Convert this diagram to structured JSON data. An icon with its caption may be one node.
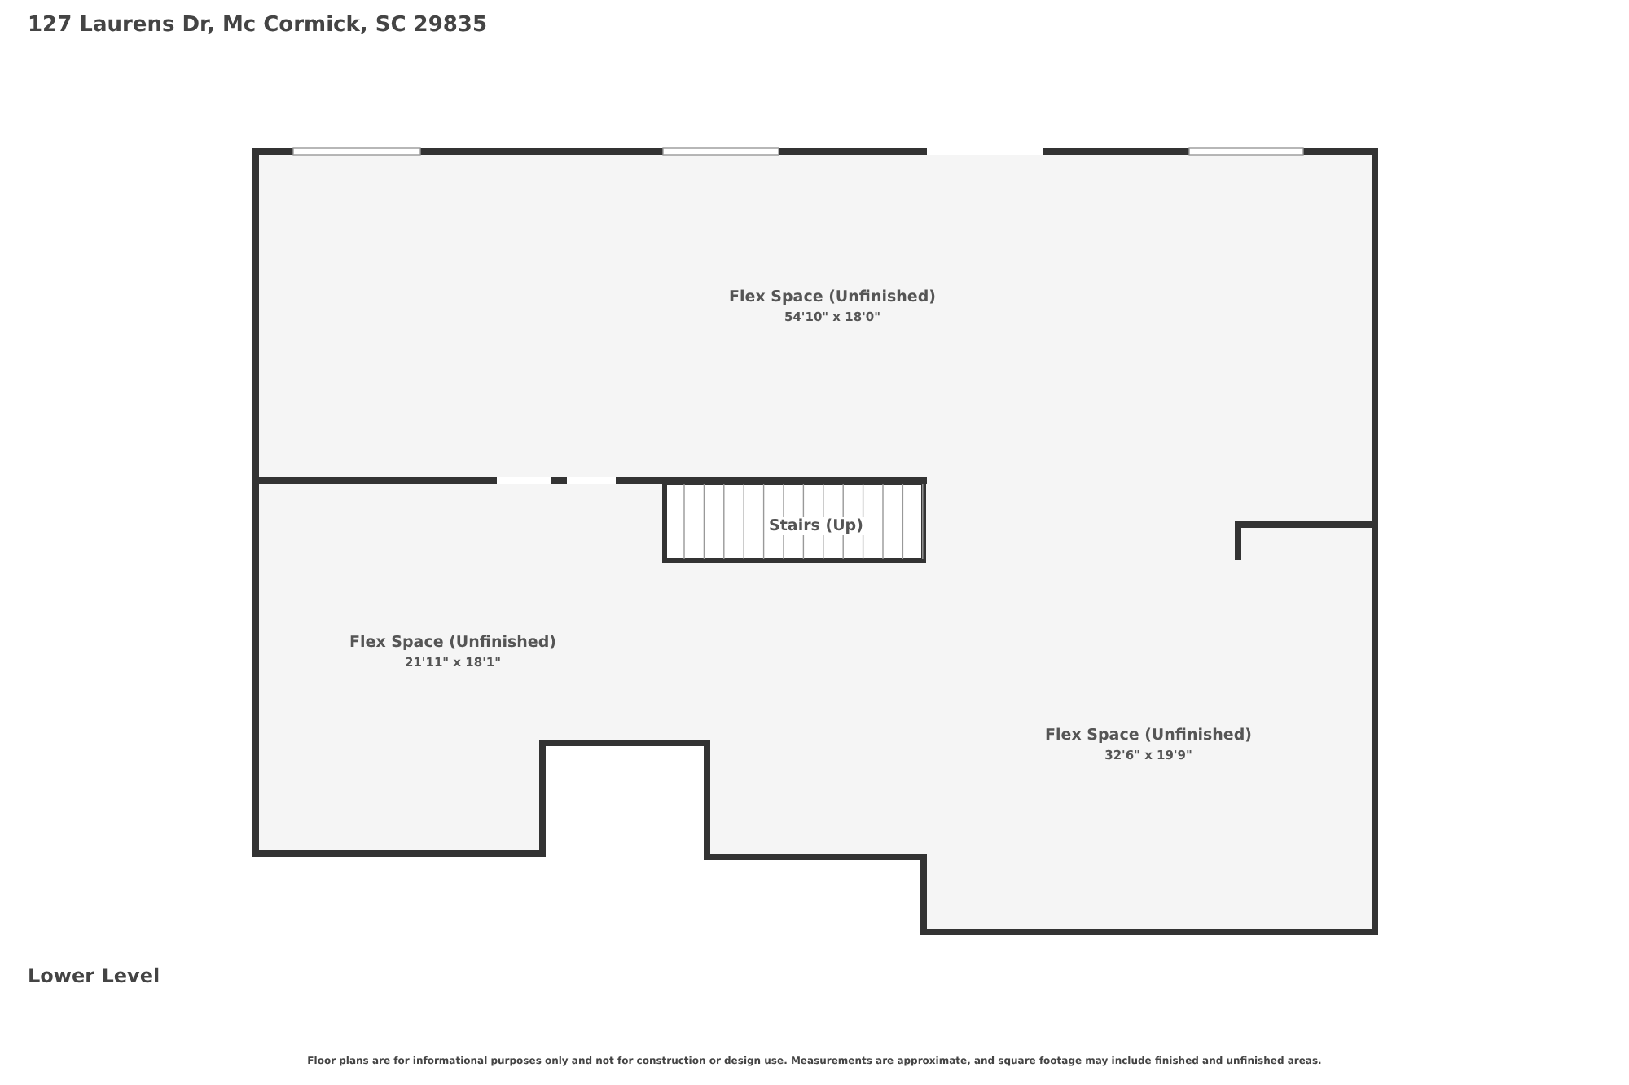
{
  "diagram": {
    "title": "127 Laurens Dr, Mc Cormick, SC 29835",
    "nodes": [
      {
        "text": [
          "Flex Space (Unfinished)",
          "54'10\" x 18'0\""
        ]
      },
      {
        "text": [
          "Stairs (Up)"
        ]
      },
      {
        "text": [
          "Flex Space (Unfinished)",
          "21'11\" x 18'1\""
        ]
      },
      {
        "text": [
          "Flex Space (Unfinished)",
          "32'6\" x 19'9\""
        ]
      }
    ],
    "edges": [],
    "labels": [
      "Lower Level",
      "Floor plans are for informational purposes only and not for construction or design use. Measurements are approximate, and square footage may include finished and unfinished areas."
    ]
  }
}
